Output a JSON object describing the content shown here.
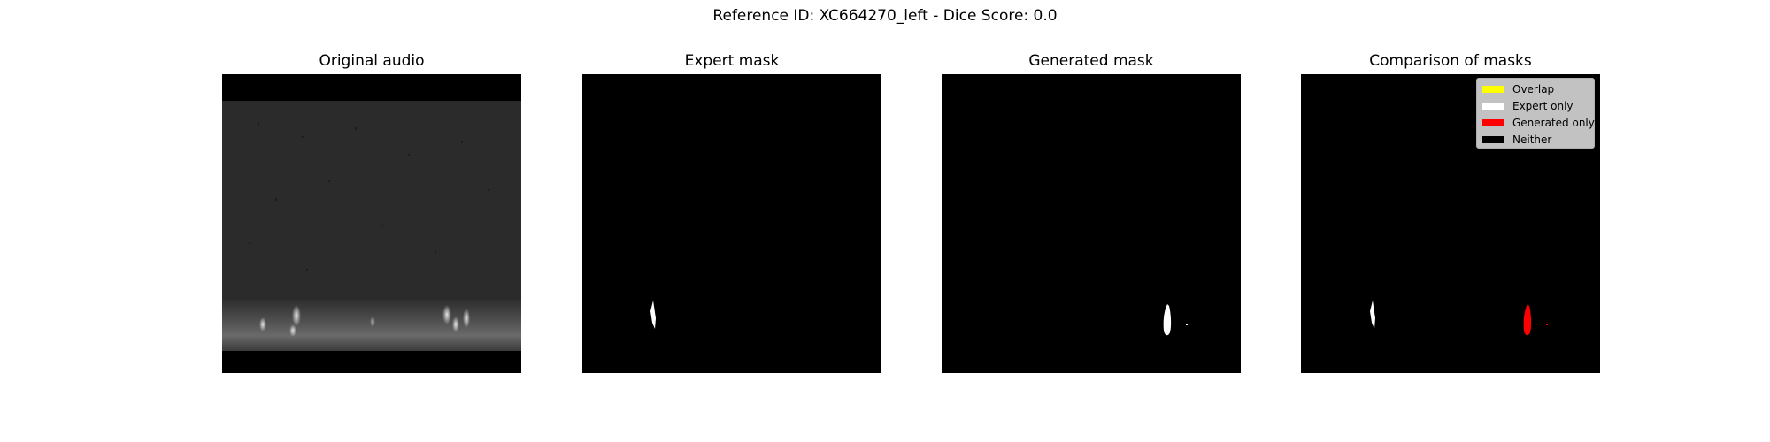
{
  "figure": {
    "title": "Reference ID: XC664270_left - Dice Score: 0.0"
  },
  "panels": [
    {
      "title": "Original audio"
    },
    {
      "title": "Expert mask"
    },
    {
      "title": "Generated mask"
    },
    {
      "title": "Comparison of masks"
    }
  ],
  "legend": {
    "items": [
      {
        "label": "Overlap",
        "color": "#ffff00"
      },
      {
        "label": "Expert only",
        "color": "#ffffff"
      },
      {
        "label": "Generated only",
        "color": "#ff0000"
      },
      {
        "label": "Neither",
        "color": "#000000"
      }
    ]
  },
  "colors": {
    "background": "#000000",
    "spectrogram_band": "#2b2b2b",
    "expert": "#ffffff",
    "generated": "#ffffff",
    "generated_only": "#ff0000"
  }
}
